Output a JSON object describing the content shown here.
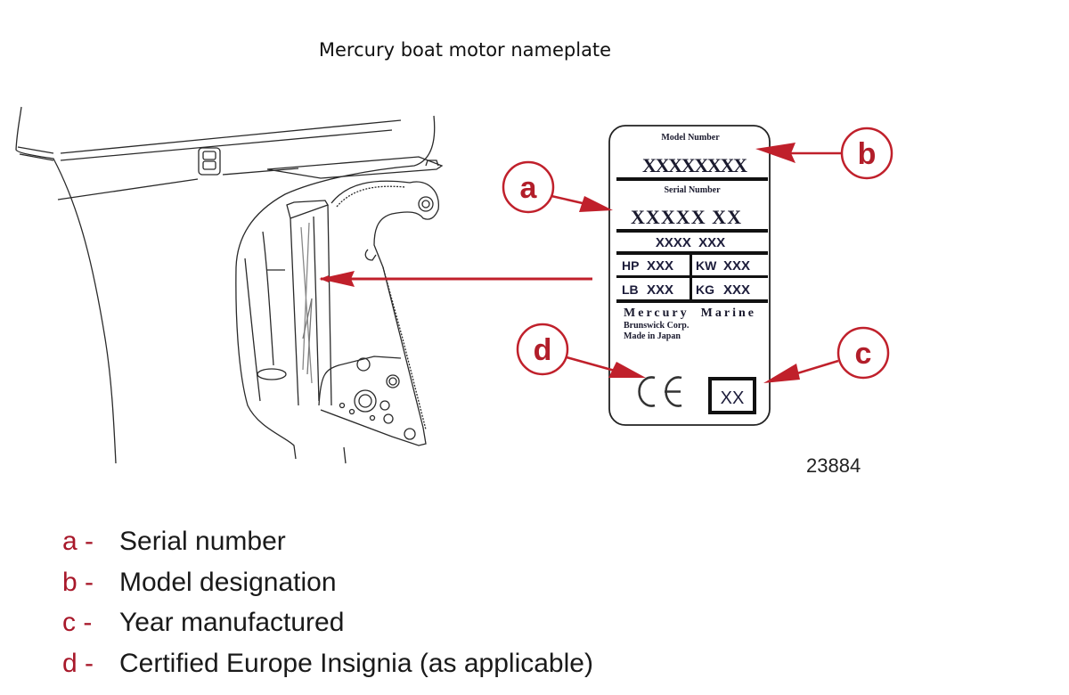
{
  "title": "Mercury boat motor nameplate",
  "colors": {
    "accent_red": "#c0202b",
    "line_dark": "#1a1a1a"
  },
  "nameplate": {
    "model_label": "Model Number",
    "model_value": "XXXXXXXX",
    "serial_label": "Serial Number",
    "serial_value": "XXXXX XX",
    "code_value": "XXXX  XXX",
    "hp_label": "HP",
    "hp_value": "XXX",
    "kw_label": "KW",
    "kw_value": "XXX",
    "lb_label": "LB",
    "lb_value": "XXX",
    "kg_label": "KG",
    "kg_value": "XXX",
    "maker_line1": "Mercury  Marine",
    "maker_line2": "Brunswick Corp.",
    "maker_line3": "Made in Japan",
    "ce_mark": "CE",
    "year_box": "XX"
  },
  "callouts": {
    "a": "a",
    "b": "b",
    "c": "c",
    "d": "d"
  },
  "figure_number": "23884",
  "legend": [
    {
      "key": "a -",
      "text": "Serial number"
    },
    {
      "key": "b -",
      "text": "Model designation"
    },
    {
      "key": "c -",
      "text": "Year manufactured"
    },
    {
      "key": "d -",
      "text": "Certified Europe Insignia (as applicable)"
    }
  ]
}
